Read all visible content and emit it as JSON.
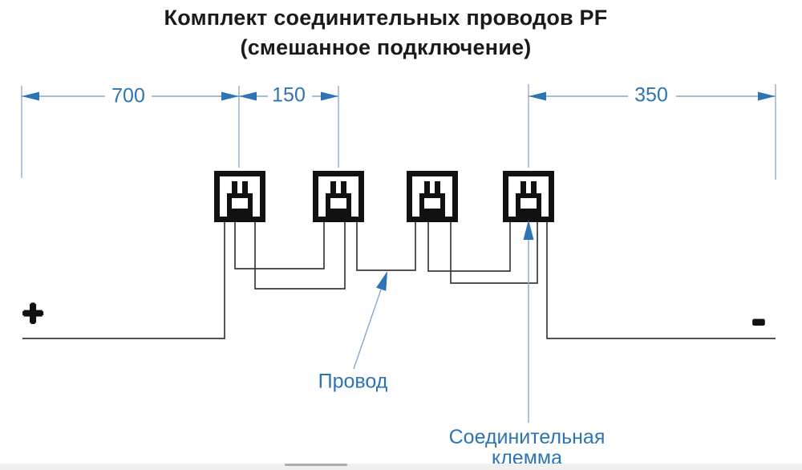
{
  "title": {
    "line1": "Комплект соединительных проводов PF",
    "line2": "(смешанное подключение)"
  },
  "dimensions": {
    "d700": "700",
    "d150": "150",
    "d350": "350"
  },
  "terminals": {
    "polarity_positive": "+",
    "polarity_negative": "-"
  },
  "annotations": {
    "wire_label": "Провод",
    "clamp_label_line1": "Соединительная",
    "clamp_label_line2": "клемма"
  },
  "colors": {
    "dimension_blue": "#2E74B5",
    "leader_blue": "#85A8CB",
    "wire_gray": "#3a3a3a",
    "ink_black": "#111111",
    "track_gray": "#f0f0f0",
    "handle_gray": "#ababab"
  }
}
